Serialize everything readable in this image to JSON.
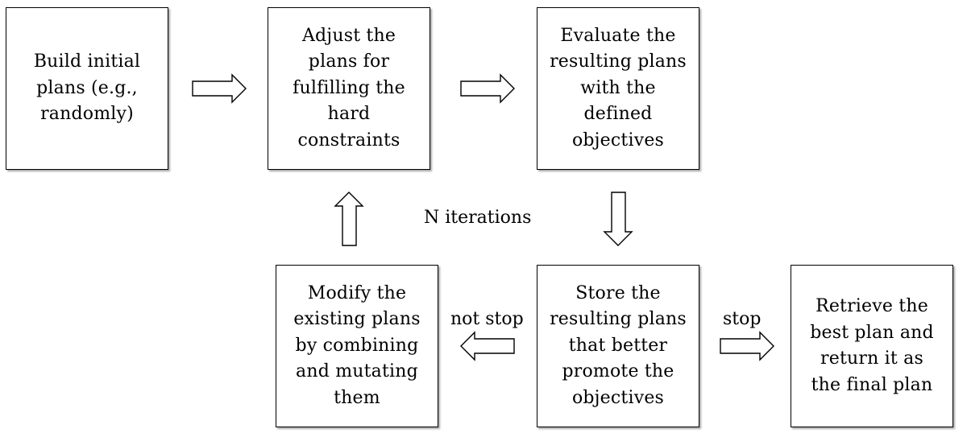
{
  "steps": {
    "build_initial": "Build initial\nplans (e.g.,\nrandomly)",
    "adjust": "Adjust the\nplans for\nfulfilling the\nhard\nconstraints",
    "evaluate": "Evaluate the\nresulting plans\nwith the\ndefined\nobjectives",
    "modify": "Modify the\nexisting plans\nby combining\nand mutating\nthem",
    "store": "Store the\nresulting plans\nthat better\npromote the\nobjectives",
    "retrieve": "Retrieve the\nbest plan and\nreturn it as\nthe final plan"
  },
  "labels": {
    "iterations": "N iterations",
    "not_stop": "not stop",
    "stop": "stop"
  }
}
